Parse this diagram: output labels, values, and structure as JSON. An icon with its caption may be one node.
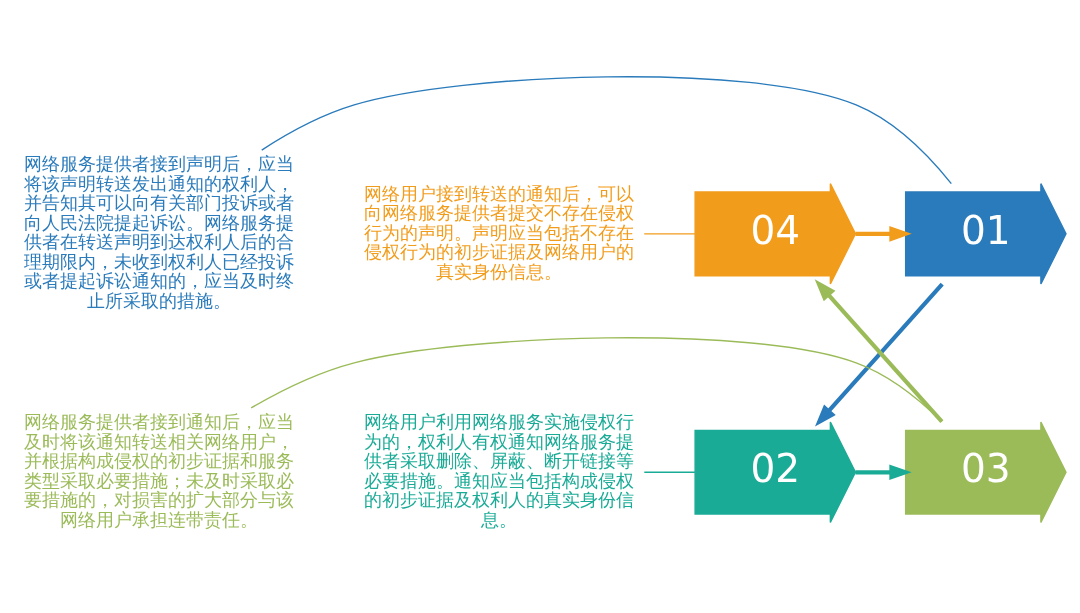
{
  "diagram": {
    "nodes": [
      {
        "text": [
          "01"
        ]
      },
      {
        "text": [
          "02"
        ]
      },
      {
        "text": [
          "03"
        ]
      },
      {
        "text": [
          "04"
        ]
      },
      {
        "text": [
          "网络用户利用网络服务实施侵权行为的，权利人有权通知网络服务提供者采取删除、屏蔽、断开链接等必要措施。通知应当包括构成侵权的初步证据及权利人的真实身份信息。"
        ]
      },
      {
        "text": [
          "网络服务提供者接到通知后，应当及时将该通知转送相关网络用户，并根据构成侵权的初步证据和服务类型采取必要措施；未及时采取必要措施的，对损害的扩大部分与该网络用户承担连带责任。"
        ]
      },
      {
        "text": [
          "网络服务提供者接到声明后，应当将该声明转送发出通知的权利人，并告知其可以向有关部门投诉或者向人民法院提起诉讼。网络服务提供者在转送声明到达权利人后的合理期限内，未收到权利人已经投诉或者提起诉讼通知的，应当及时终止所采取的措施。"
        ]
      },
      {
        "text": [
          "网络用户接到转送的通知后，可以向网络服务提供者提交不存在侵权行为的声明。声明应当包括不存在侵权行为的初步证据及网络用户的真实身份信息。"
        ]
      }
    ],
    "edges": [
      {
        "from": 0,
        "to": 1,
        "arrow": "to",
        "style": "thick",
        "color": "#2a7bbb"
      },
      {
        "from": 1,
        "to": 2,
        "arrow": "to",
        "style": "thick",
        "color": "#1aab96"
      },
      {
        "from": 2,
        "to": 3,
        "arrow": "to",
        "style": "thick",
        "color": "#9bbb59"
      },
      {
        "from": 3,
        "to": 0,
        "arrow": "to",
        "style": "thick",
        "color": "#f29c1c"
      },
      {
        "from": 4,
        "to": 1,
        "arrow": "none",
        "color": "#1aab96"
      },
      {
        "from": 5,
        "to": 2,
        "arrow": "none",
        "color": "#9bbb59"
      },
      {
        "from": 6,
        "to": 0,
        "arrow": "none",
        "color": "#2a7bbb"
      },
      {
        "from": 7,
        "to": 3,
        "arrow": "none",
        "color": "#f29c1c"
      }
    ]
  }
}
